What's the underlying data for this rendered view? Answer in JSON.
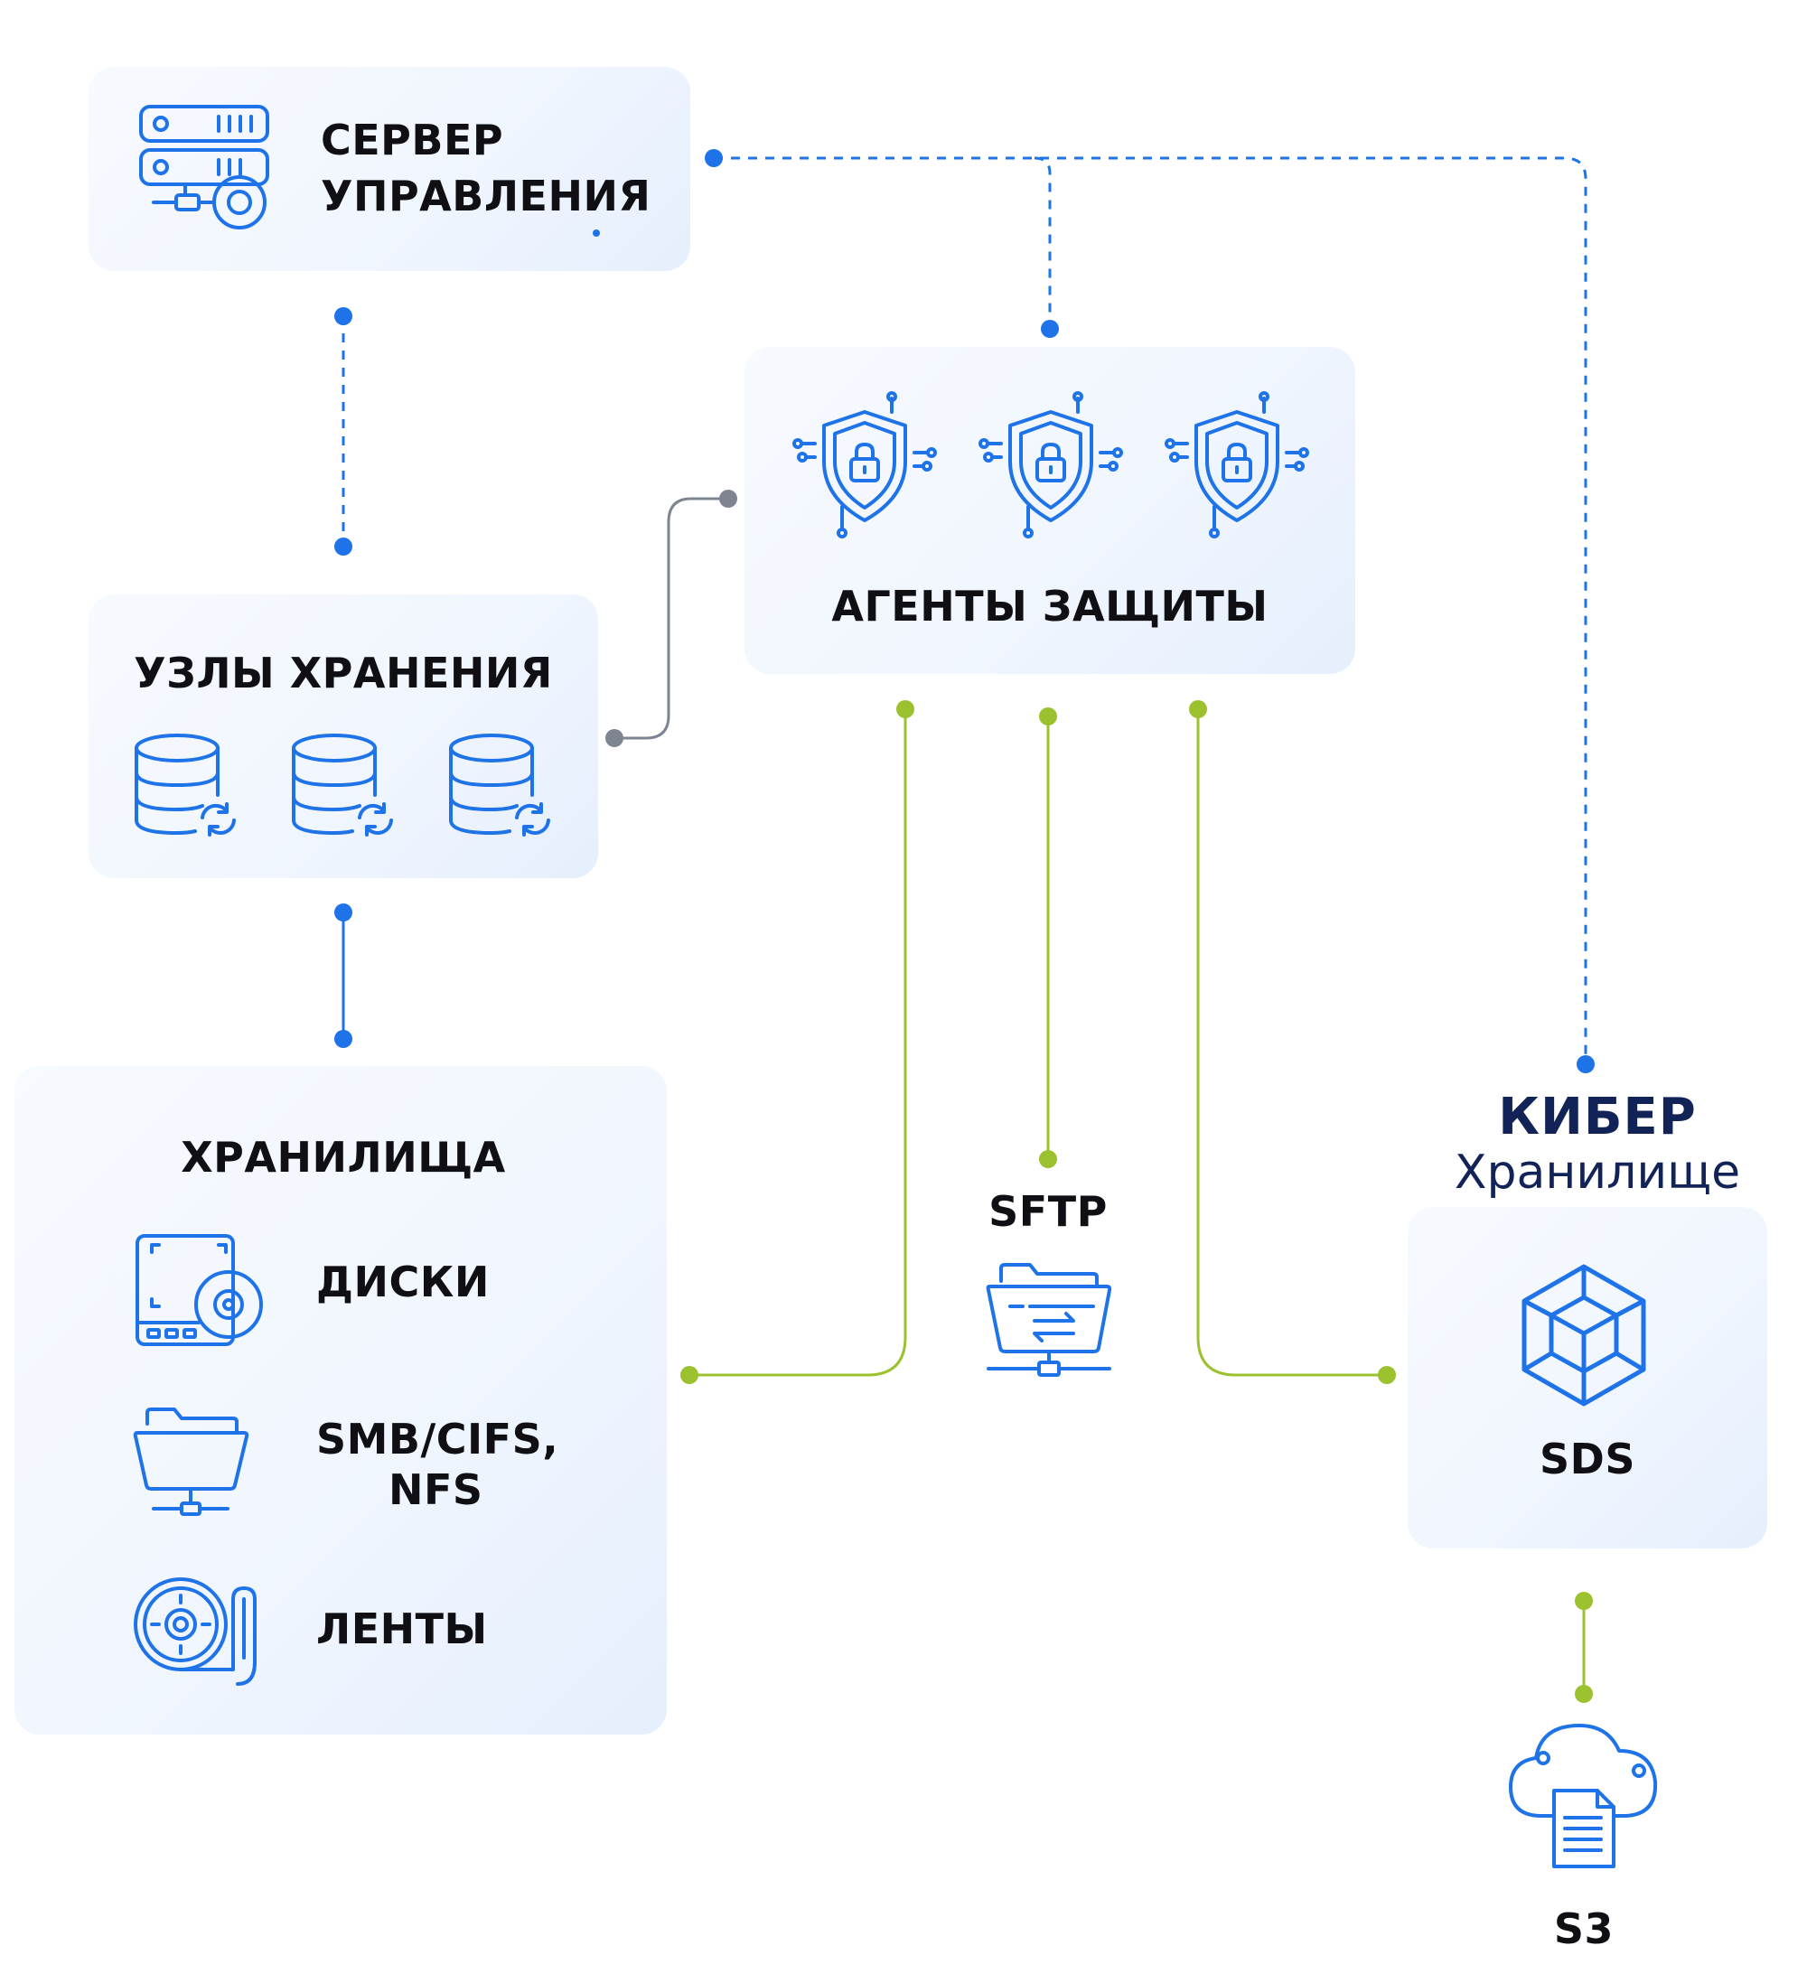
{
  "nodes": {
    "management_server": {
      "line1": "СЕРВЕР",
      "line2": "УПРАВЛЕНИЯ",
      "icon": "server-gear-icon"
    },
    "protection_agents": {
      "label": "АГЕНТЫ ЗАЩИТЫ",
      "icon": "shield-lock-icon",
      "count": 3
    },
    "storage_nodes": {
      "label": "УЗЛЫ ХРАНЕНИЯ",
      "icon": "database-sync-icon",
      "count": 3
    },
    "storages": {
      "label": "ХРАНИЛИЩА",
      "items": [
        {
          "label": "ДИСКИ",
          "icon": "disk-drive-icon"
        },
        {
          "label_line1": "SMB/CIFS,",
          "label_line2": "NFS",
          "icon": "network-folder-icon"
        },
        {
          "label": "ЛЕНТЫ",
          "icon": "tape-reel-icon"
        }
      ]
    },
    "sftp": {
      "label": "SFTP",
      "icon": "folder-transfer-icon"
    },
    "cyber_storage": {
      "brand_line1": "КИБЕР",
      "brand_line2": "Хранилище",
      "label": "SDS",
      "icon": "hex-cube-icon"
    },
    "s3": {
      "label": "S3",
      "icon": "cloud-document-icon"
    }
  },
  "colors": {
    "blue": "#1e73e8",
    "green": "#9cc12f",
    "gray": "#7d8590",
    "brand": "#122357"
  }
}
